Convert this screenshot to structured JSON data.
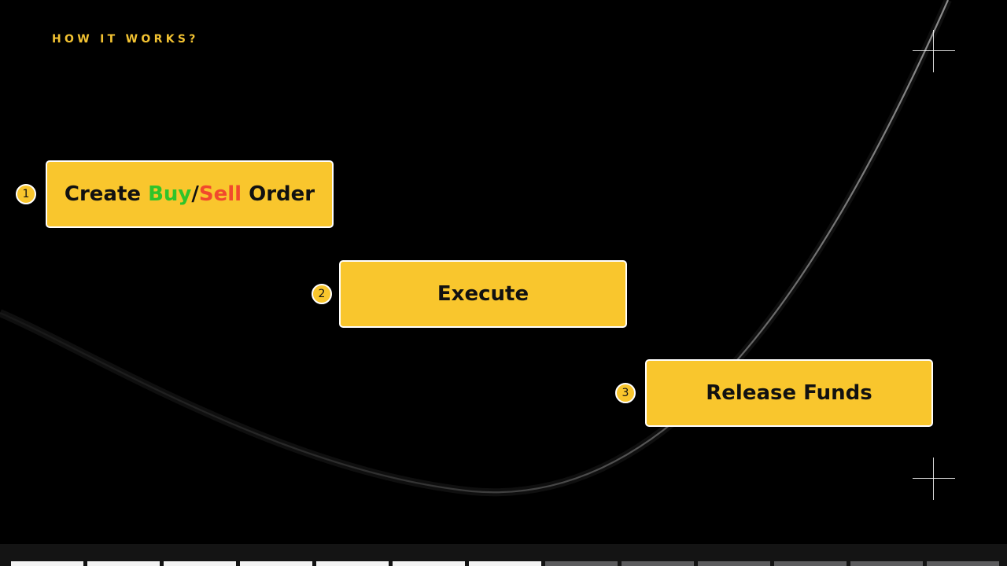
{
  "heading": "HOW IT WORKS?",
  "colors": {
    "accent": "#f9c62d",
    "buy": "#2fc42a",
    "sell": "#f1492d",
    "background": "#000000"
  },
  "icons": [
    "plus-crosshair-icon"
  ],
  "steps": [
    {
      "number": "1",
      "label": "Create Buy/Sell Order",
      "label_parts": {
        "pre": "Create ",
        "buy": "Buy",
        "slash": "/",
        "sell": "Sell",
        "post": " Order"
      }
    },
    {
      "number": "2",
      "label": "Execute"
    },
    {
      "number": "3",
      "label": "Release Funds"
    }
  ],
  "progress": {
    "total_segments": 13,
    "completed_segments": 7
  }
}
